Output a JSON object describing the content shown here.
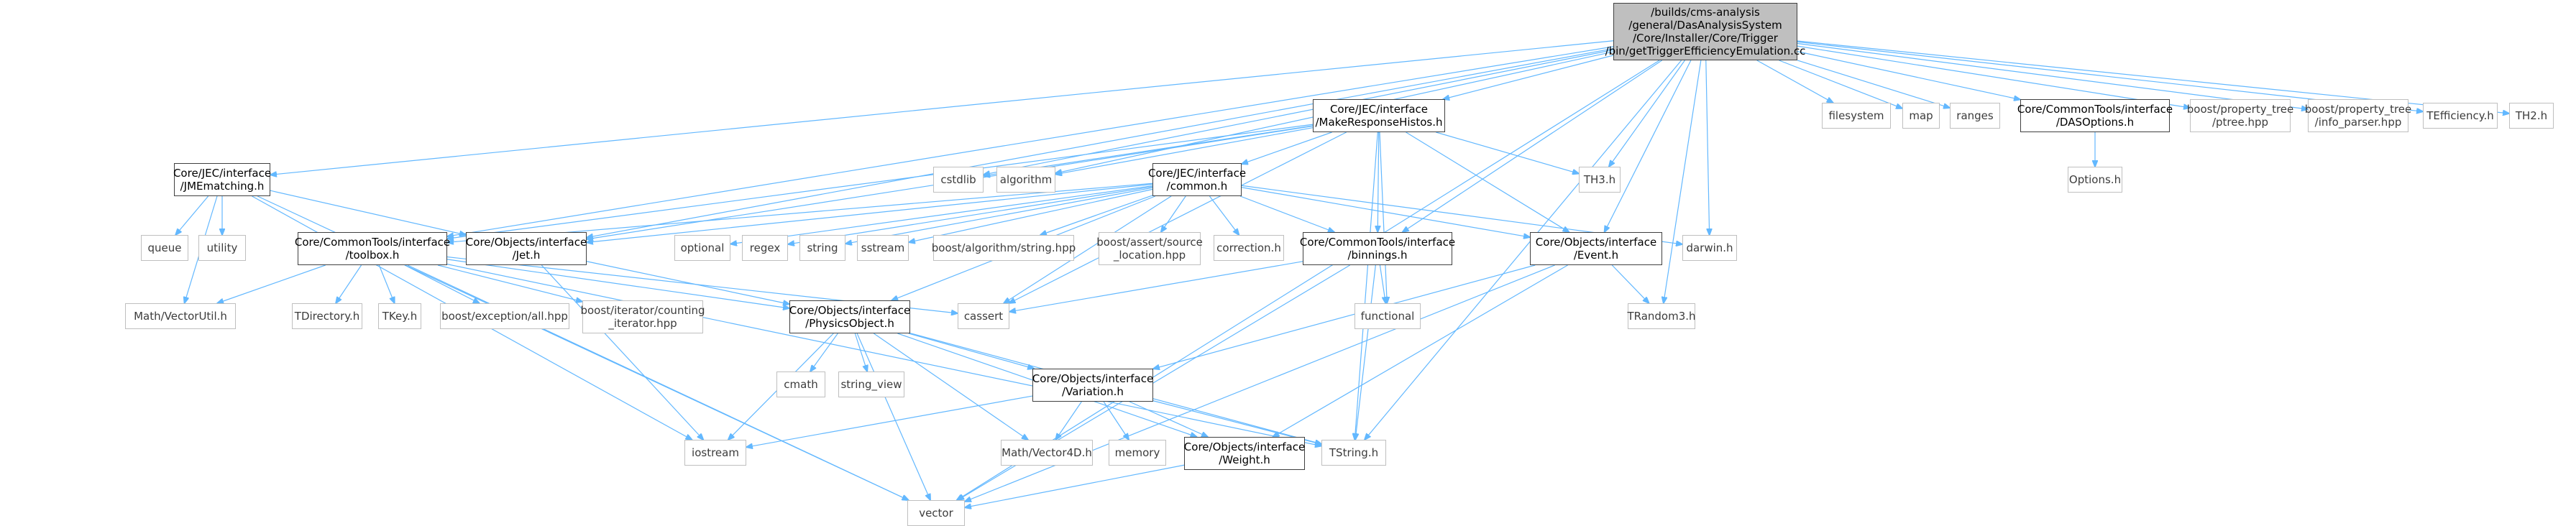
{
  "graph": {
    "colors": {
      "edge": "#63b8ff",
      "arrow": "#63b8ff",
      "sys_border": "#bfbfbf",
      "local_border": "#404040",
      "root_fill": "#bfbfbf"
    },
    "nodes": [
      {
        "id": "root",
        "kind": "root",
        "lines": [
          "/builds/cms-analysis",
          "/general/DasAnalysisSystem",
          "/Core/Installer/Core/Trigger",
          "/bin/getTriggerEfficiencyEmulation.cc"
        ]
      },
      {
        "id": "jmematching",
        "kind": "local",
        "lines": [
          "Core/JEC/interface",
          "/JMEmatching.h"
        ]
      },
      {
        "id": "makeresponse",
        "kind": "local",
        "lines": [
          "Core/JEC/interface",
          "/MakeResponseHistos.h"
        ]
      },
      {
        "id": "common",
        "kind": "local",
        "lines": [
          "Core/JEC/interface",
          "/common.h"
        ]
      },
      {
        "id": "toolbox",
        "kind": "local",
        "lines": [
          "Core/CommonTools/interface",
          "/toolbox.h"
        ]
      },
      {
        "id": "jet",
        "kind": "local",
        "lines": [
          "Core/Objects/interface",
          "/Jet.h"
        ]
      },
      {
        "id": "binnings",
        "kind": "local",
        "lines": [
          "Core/CommonTools/interface",
          "/binnings.h"
        ]
      },
      {
        "id": "event",
        "kind": "local",
        "lines": [
          "Core/Objects/interface",
          "/Event.h"
        ]
      },
      {
        "id": "physicsobject",
        "kind": "local",
        "lines": [
          "Core/Objects/interface",
          "/PhysicsObject.h"
        ]
      },
      {
        "id": "variation",
        "kind": "local",
        "lines": [
          "Core/Objects/interface",
          "/Variation.h"
        ]
      },
      {
        "id": "weight",
        "kind": "local",
        "lines": [
          "Core/Objects/interface",
          "/Weight.h"
        ]
      },
      {
        "id": "dasoptions",
        "kind": "local",
        "lines": [
          "Core/CommonTools/interface",
          "/DASOptions.h"
        ]
      },
      {
        "id": "cstdlib",
        "kind": "sys",
        "lines": [
          "cstdlib"
        ]
      },
      {
        "id": "algorithm",
        "kind": "sys",
        "lines": [
          "algorithm"
        ]
      },
      {
        "id": "th3",
        "kind": "sys",
        "lines": [
          "TH3.h"
        ]
      },
      {
        "id": "filesystem",
        "kind": "sys",
        "lines": [
          "filesystem"
        ]
      },
      {
        "id": "map",
        "kind": "sys",
        "lines": [
          "map"
        ]
      },
      {
        "id": "ranges",
        "kind": "sys",
        "lines": [
          "ranges"
        ]
      },
      {
        "id": "ptree",
        "kind": "sys",
        "lines": [
          "boost/property_tree",
          "/ptree.hpp"
        ]
      },
      {
        "id": "infoparser",
        "kind": "sys",
        "lines": [
          "boost/property_tree",
          "/info_parser.hpp"
        ]
      },
      {
        "id": "tefficiency",
        "kind": "sys",
        "lines": [
          "TEfficiency.h"
        ]
      },
      {
        "id": "th2",
        "kind": "sys",
        "lines": [
          "TH2.h"
        ]
      },
      {
        "id": "options",
        "kind": "sys",
        "lines": [
          "Options.h"
        ]
      },
      {
        "id": "queue",
        "kind": "sys",
        "lines": [
          "queue"
        ]
      },
      {
        "id": "utility",
        "kind": "sys",
        "lines": [
          "utility"
        ]
      },
      {
        "id": "optional",
        "kind": "sys",
        "lines": [
          "optional"
        ]
      },
      {
        "id": "regex",
        "kind": "sys",
        "lines": [
          "regex"
        ]
      },
      {
        "id": "string",
        "kind": "sys",
        "lines": [
          "string"
        ]
      },
      {
        "id": "sstream",
        "kind": "sys",
        "lines": [
          "sstream"
        ]
      },
      {
        "id": "boostalgo",
        "kind": "sys",
        "lines": [
          "boost/algorithm/string.hpp"
        ]
      },
      {
        "id": "boostassert",
        "kind": "sys",
        "lines": [
          "boost/assert/source",
          "_location.hpp"
        ]
      },
      {
        "id": "correction",
        "kind": "sys",
        "lines": [
          "correction.h"
        ]
      },
      {
        "id": "darwin",
        "kind": "sys",
        "lines": [
          "darwin.h"
        ]
      },
      {
        "id": "vectorutil",
        "kind": "sys",
        "lines": [
          "Math/VectorUtil.h"
        ]
      },
      {
        "id": "tdirectory",
        "kind": "sys",
        "lines": [
          "TDirectory.h"
        ]
      },
      {
        "id": "tkey",
        "kind": "sys",
        "lines": [
          "TKey.h"
        ]
      },
      {
        "id": "boostexc",
        "kind": "sys",
        "lines": [
          "boost/exception/all.hpp"
        ]
      },
      {
        "id": "boostiter",
        "kind": "sys",
        "lines": [
          "boost/iterator/counting",
          "_iterator.hpp"
        ]
      },
      {
        "id": "cassert",
        "kind": "sys",
        "lines": [
          "cassert"
        ]
      },
      {
        "id": "functional",
        "kind": "sys",
        "lines": [
          "functional"
        ]
      },
      {
        "id": "trandom3",
        "kind": "sys",
        "lines": [
          "TRandom3.h"
        ]
      },
      {
        "id": "cmath",
        "kind": "sys",
        "lines": [
          "cmath"
        ]
      },
      {
        "id": "stringview",
        "kind": "sys",
        "lines": [
          "string_view"
        ]
      },
      {
        "id": "iostream",
        "kind": "sys",
        "lines": [
          "iostream"
        ]
      },
      {
        "id": "vector4d",
        "kind": "sys",
        "lines": [
          "Math/Vector4D.h"
        ]
      },
      {
        "id": "memory",
        "kind": "sys",
        "lines": [
          "memory"
        ]
      },
      {
        "id": "tstring",
        "kind": "sys",
        "lines": [
          "TString.h"
        ]
      },
      {
        "id": "vector",
        "kind": "sys",
        "lines": [
          "vector"
        ]
      }
    ],
    "edges": [
      [
        "root",
        "vector"
      ],
      [
        "root",
        "jmematching"
      ],
      [
        "root",
        "makeresponse"
      ],
      [
        "root",
        "cstdlib"
      ],
      [
        "root",
        "algorithm"
      ],
      [
        "root",
        "toolbox"
      ],
      [
        "root",
        "jet"
      ],
      [
        "root",
        "th3"
      ],
      [
        "root",
        "binnings"
      ],
      [
        "root",
        "event"
      ],
      [
        "root",
        "darwin"
      ],
      [
        "root",
        "trandom3"
      ],
      [
        "root",
        "tstring"
      ],
      [
        "root",
        "filesystem"
      ],
      [
        "root",
        "map"
      ],
      [
        "root",
        "ranges"
      ],
      [
        "root",
        "dasoptions"
      ],
      [
        "root",
        "ptree"
      ],
      [
        "root",
        "infoparser"
      ],
      [
        "root",
        "tefficiency"
      ],
      [
        "root",
        "th2"
      ],
      [
        "jmematching",
        "queue"
      ],
      [
        "jmematching",
        "utility"
      ],
      [
        "jmematching",
        "vectorutil"
      ],
      [
        "jmematching",
        "jet"
      ],
      [
        "jmematching",
        "iostream"
      ],
      [
        "jmematching",
        "vector"
      ],
      [
        "makeresponse",
        "cstdlib"
      ],
      [
        "makeresponse",
        "algorithm"
      ],
      [
        "makeresponse",
        "th3"
      ],
      [
        "makeresponse",
        "common"
      ],
      [
        "makeresponse",
        "jet"
      ],
      [
        "makeresponse",
        "binnings"
      ],
      [
        "makeresponse",
        "event"
      ],
      [
        "makeresponse",
        "functional"
      ],
      [
        "makeresponse",
        "tstring"
      ],
      [
        "makeresponse",
        "toolbox"
      ],
      [
        "makeresponse",
        "cassert"
      ],
      [
        "common",
        "toolbox"
      ],
      [
        "common",
        "jet"
      ],
      [
        "common",
        "optional"
      ],
      [
        "common",
        "regex"
      ],
      [
        "common",
        "string"
      ],
      [
        "common",
        "sstream"
      ],
      [
        "common",
        "boostalgo"
      ],
      [
        "common",
        "boostassert"
      ],
      [
        "common",
        "correction"
      ],
      [
        "common",
        "binnings"
      ],
      [
        "common",
        "event"
      ],
      [
        "common",
        "darwin"
      ],
      [
        "common",
        "cassert"
      ],
      [
        "common",
        "physicsobject"
      ],
      [
        "toolbox",
        "vectorutil"
      ],
      [
        "toolbox",
        "tdirectory"
      ],
      [
        "toolbox",
        "tkey"
      ],
      [
        "toolbox",
        "boostexc"
      ],
      [
        "toolbox",
        "boostiter"
      ],
      [
        "toolbox",
        "cassert"
      ],
      [
        "toolbox",
        "tstring"
      ],
      [
        "toolbox",
        "vector"
      ],
      [
        "toolbox",
        "physicsobject"
      ],
      [
        "jet",
        "physicsobject"
      ],
      [
        "jet",
        "iostream"
      ],
      [
        "binnings",
        "cassert"
      ],
      [
        "binnings",
        "functional"
      ],
      [
        "binnings",
        "tstring"
      ],
      [
        "binnings",
        "vector"
      ],
      [
        "event",
        "trandom3"
      ],
      [
        "event",
        "variation"
      ],
      [
        "event",
        "weight"
      ],
      [
        "event",
        "vector"
      ],
      [
        "physicsobject",
        "cmath"
      ],
      [
        "physicsobject",
        "stringview"
      ],
      [
        "physicsobject",
        "iostream"
      ],
      [
        "physicsobject",
        "vector4d"
      ],
      [
        "physicsobject",
        "variation"
      ],
      [
        "physicsobject",
        "weight"
      ],
      [
        "physicsobject",
        "tstring"
      ],
      [
        "physicsobject",
        "vector"
      ],
      [
        "variation",
        "iostream"
      ],
      [
        "variation",
        "vector4d"
      ],
      [
        "variation",
        "memory"
      ],
      [
        "variation",
        "weight"
      ],
      [
        "variation",
        "tstring"
      ],
      [
        "weight",
        "vector"
      ],
      [
        "dasoptions",
        "options"
      ]
    ]
  }
}
